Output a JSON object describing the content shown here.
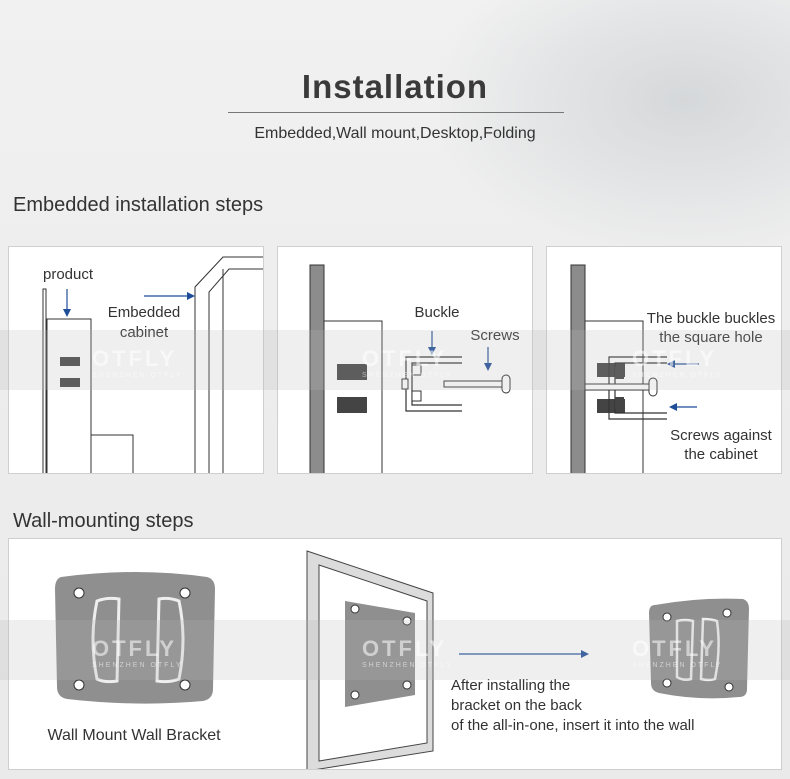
{
  "header": {
    "title": "Installation",
    "subtitle": "Embedded,Wall mount,Desktop,Folding"
  },
  "embedded_section": {
    "heading": "Embedded installation steps",
    "step1": {
      "product_label": "product",
      "cabinet_label_line1": "Embedded",
      "cabinet_label_line2": "cabinet"
    },
    "step2": {
      "buckle_label": "Buckle",
      "screws_label": "Screws"
    },
    "step3": {
      "buckle_label_line1": "The buckle buckles",
      "buckle_label_line2": "the square hole",
      "screws_label_line1": "Screws against",
      "screws_label_line2": "the cabinet"
    }
  },
  "wall_section": {
    "heading": "Wall-mounting steps",
    "bracket_caption": "Wall Mount Wall Bracket",
    "instruction_line1": "After installing the",
    "instruction_line2": "bracket on the back",
    "instruction_line3": "of the all-in-one, insert it into the wall"
  },
  "watermark": {
    "brand": "OTFLY",
    "tagline": "SHENZHEN OTFLY"
  },
  "colors": {
    "arrow": "#1f4e99",
    "device_gray": "#8c8c8c",
    "dark_block": "#444444"
  }
}
